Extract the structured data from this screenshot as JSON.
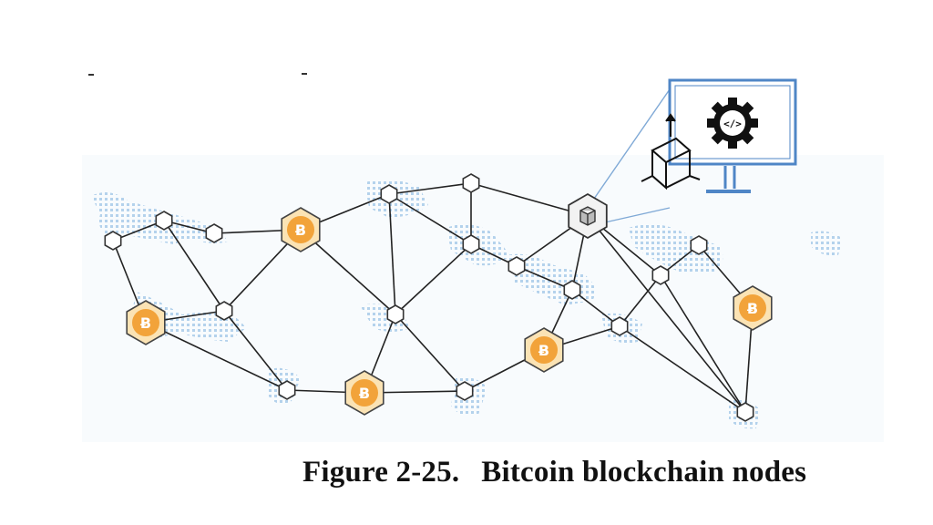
{
  "caption": {
    "figure_number": "Figure 2-25.",
    "title": "Bitcoin blockchain nodes"
  },
  "icons": {
    "bitcoin_node_symbol": "Ƀ",
    "code_symbol": "</>",
    "node_types": [
      "plain-node-icon",
      "bitcoin-node-icon",
      "server-node-icon"
    ],
    "monitor": "monitor-icon",
    "gear": "gear-icon",
    "cube": "cube-axes-icon"
  },
  "colors": {
    "edge": "#222222",
    "node_fill": "#ffffff",
    "node_stroke": "#333333",
    "bitcoin_fill": "#f2a33a",
    "bitcoin_ring": "#fbe3b4",
    "map_dots": "#9cc3e6",
    "monitor_stroke": "#4f86c6",
    "callout_line": "#7fa9d6"
  }
}
